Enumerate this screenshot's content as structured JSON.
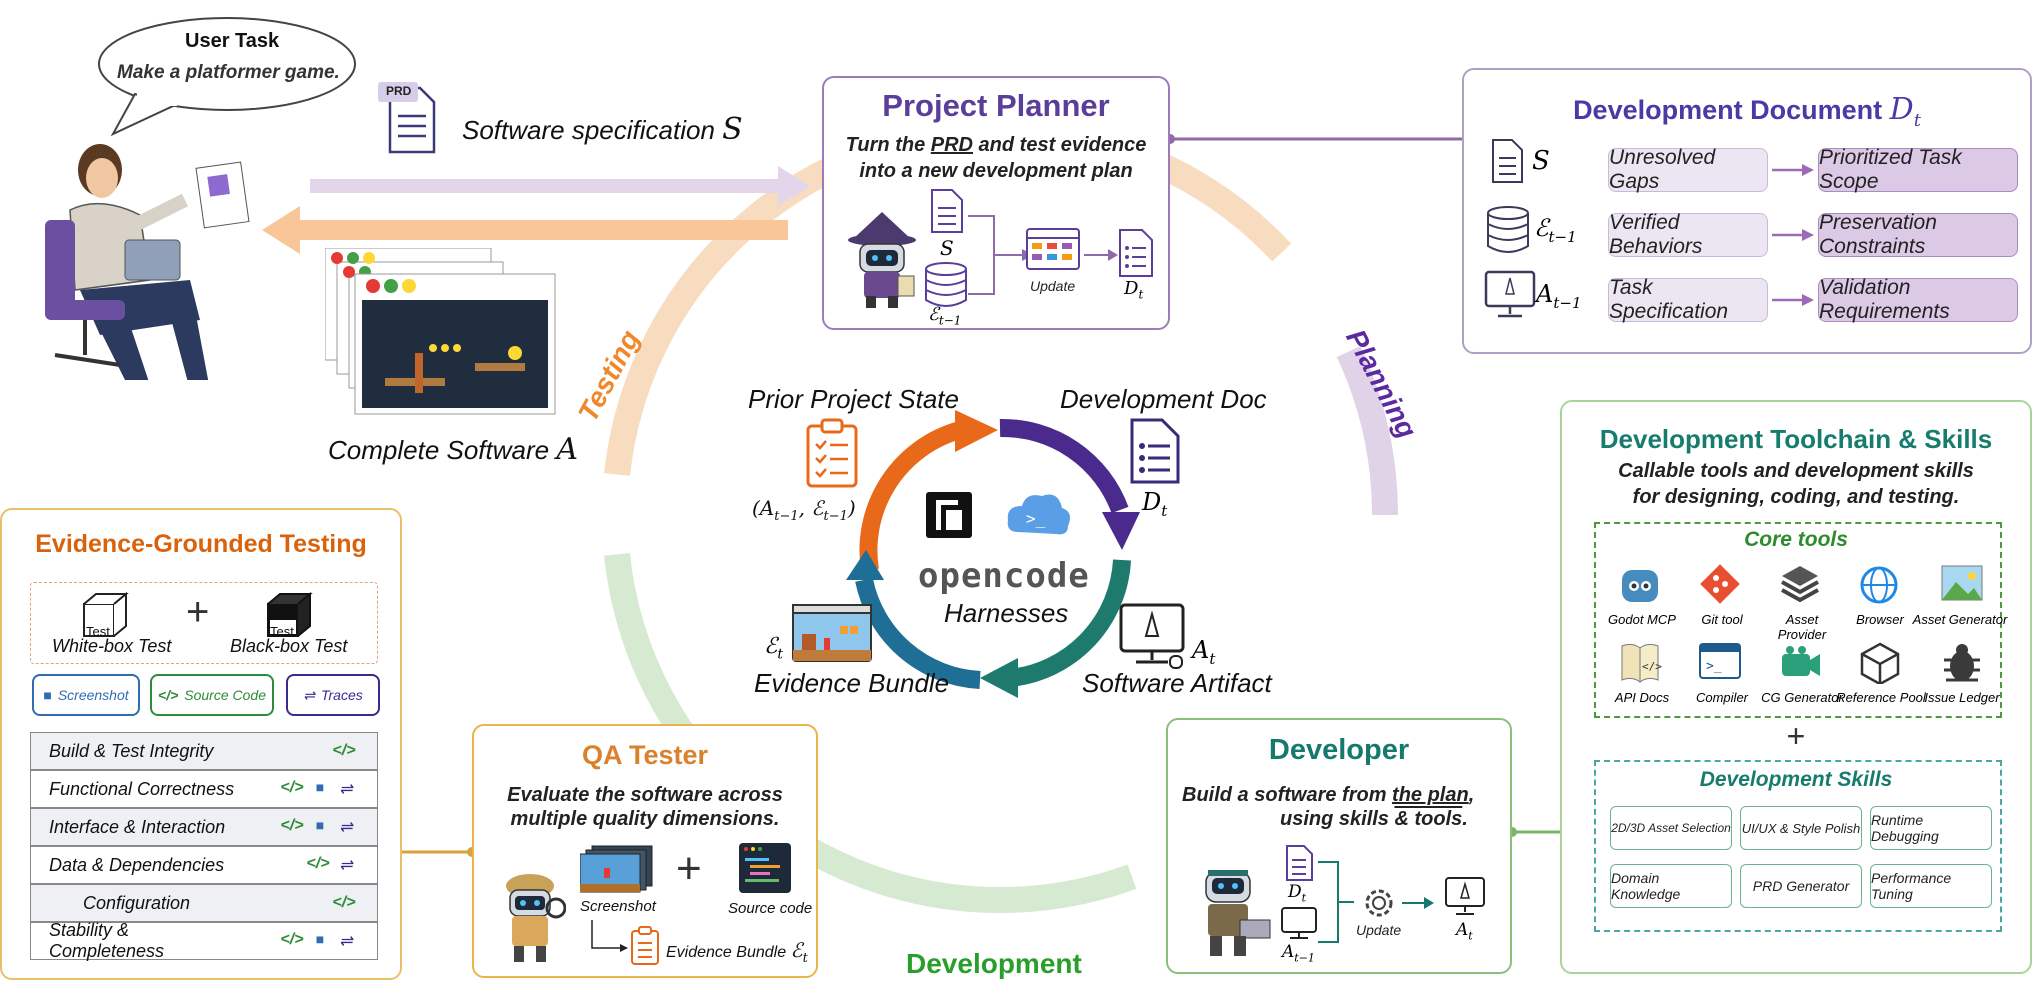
{
  "user": {
    "title": "User Task",
    "task": "Make a platformer game."
  },
  "prd": {
    "badge": "PRD",
    "label": "Software specification",
    "symbol": "S"
  },
  "complete_software": {
    "label": "Complete Software",
    "symbol": "A"
  },
  "planner": {
    "title": "Project Planner",
    "desc_pre": "Turn the ",
    "desc_link": "PRD",
    "desc_post": " and test evidence",
    "desc_line2": "into a new development plan",
    "s_label": "S",
    "e_label": "ℰ",
    "e_sub": "t−1",
    "update": "Update",
    "d_label": "D",
    "d_sub": "t"
  },
  "dev_doc": {
    "title": "Development Document",
    "symbol": "D",
    "symbol_sub": "t",
    "rows": [
      {
        "src": "S",
        "src_sub": "",
        "left": "Unresolved Gaps",
        "right": "Prioritized Task Scope"
      },
      {
        "src": "ℰ",
        "src_sub": "t−1",
        "left": "Verified Behaviors",
        "right": "Preservation Constraints"
      },
      {
        "src": "A",
        "src_sub": "t−1",
        "left": "Task Specification",
        "right": "Validation Requirements"
      }
    ]
  },
  "cycle": {
    "testing": "Testing",
    "planning": "Planning",
    "development": "Development",
    "prior_state": "Prior Project State",
    "prior_math": "(A",
    "prior_math_sub1": "t−1",
    "prior_math_mid": ", ℰ",
    "prior_math_sub2": "t−1",
    "prior_math_end": ")",
    "dev_doc": "Development Doc",
    "dev_doc_symbol": "D",
    "dev_doc_sub": "t",
    "evidence": "Evidence Bundle",
    "evidence_symbol": "ℰ",
    "evidence_sub": "t",
    "artifact": "Software Artifact",
    "artifact_symbol": "A",
    "artifact_sub": "t",
    "brand": "opencode",
    "harness": "Harnesses"
  },
  "testing": {
    "title": "Evidence-Grounded Testing",
    "whitebox": "White-box Test",
    "blackbox": "Black-box Test",
    "test_word": "Test",
    "tags": [
      "Screenshot",
      "Source Code",
      "Traces"
    ],
    "rows": [
      {
        "label": "Build & Test Integrity",
        "icons": [
          "code"
        ]
      },
      {
        "label": "Functional Correctness",
        "icons": [
          "code",
          "camera",
          "trace"
        ]
      },
      {
        "label": "Interface & Interaction",
        "icons": [
          "code",
          "camera",
          "trace"
        ]
      },
      {
        "label": "Data & Dependencies",
        "icons": [
          "code",
          "trace"
        ]
      },
      {
        "label": "Configuration",
        "icons": [
          "code"
        ]
      },
      {
        "label": "Stability & Completeness",
        "icons": [
          "code",
          "camera",
          "trace"
        ]
      }
    ]
  },
  "qa": {
    "title": "QA Tester",
    "desc1": "Evaluate the software across",
    "desc2": "multiple quality dimensions.",
    "screenshot": "Screenshot",
    "source_code": "Source code",
    "evidence": "Evidence Bundle",
    "evidence_symbol": "ℰ",
    "evidence_sub": "t"
  },
  "developer": {
    "title": "Developer",
    "desc_pre": "Build a software from ",
    "desc_link": "the plan",
    "desc_post": ",",
    "desc2_pre": "using skills ",
    "desc2_link": "& tools",
    "desc2_post": ".",
    "d_label": "D",
    "d_sub": "t",
    "a_label": "A",
    "a_sub": "t−1",
    "update": "Update",
    "out_label": "A",
    "out_sub": "t"
  },
  "toolchain": {
    "title": "Development Toolchain & Skills",
    "desc1": "Callable tools and development skills",
    "desc2": "for designing, coding, and testing.",
    "core_title": "Core tools",
    "tools": [
      "Godot MCP",
      "Git tool",
      "Asset Provider",
      "Browser",
      "Asset Generator",
      "API Docs",
      "Compiler",
      "CG Generator",
      "Reference Pool",
      "Issue Ledger"
    ],
    "plus": "+",
    "skills_title": "Development Skills",
    "skills": [
      "2D/3D Asset Selection",
      "UI/UX & Style Polish",
      "Runtime Debugging",
      "Domain Knowledge",
      "PRD Generator",
      "Performance Tuning"
    ]
  },
  "colors": {
    "planner": "#5a3e99",
    "developer": "#157a6e",
    "qa": "#d9822b",
    "testing": "#e07b1a",
    "toolchain": "#167d6e",
    "devdoc": "#4b3aa6"
  }
}
